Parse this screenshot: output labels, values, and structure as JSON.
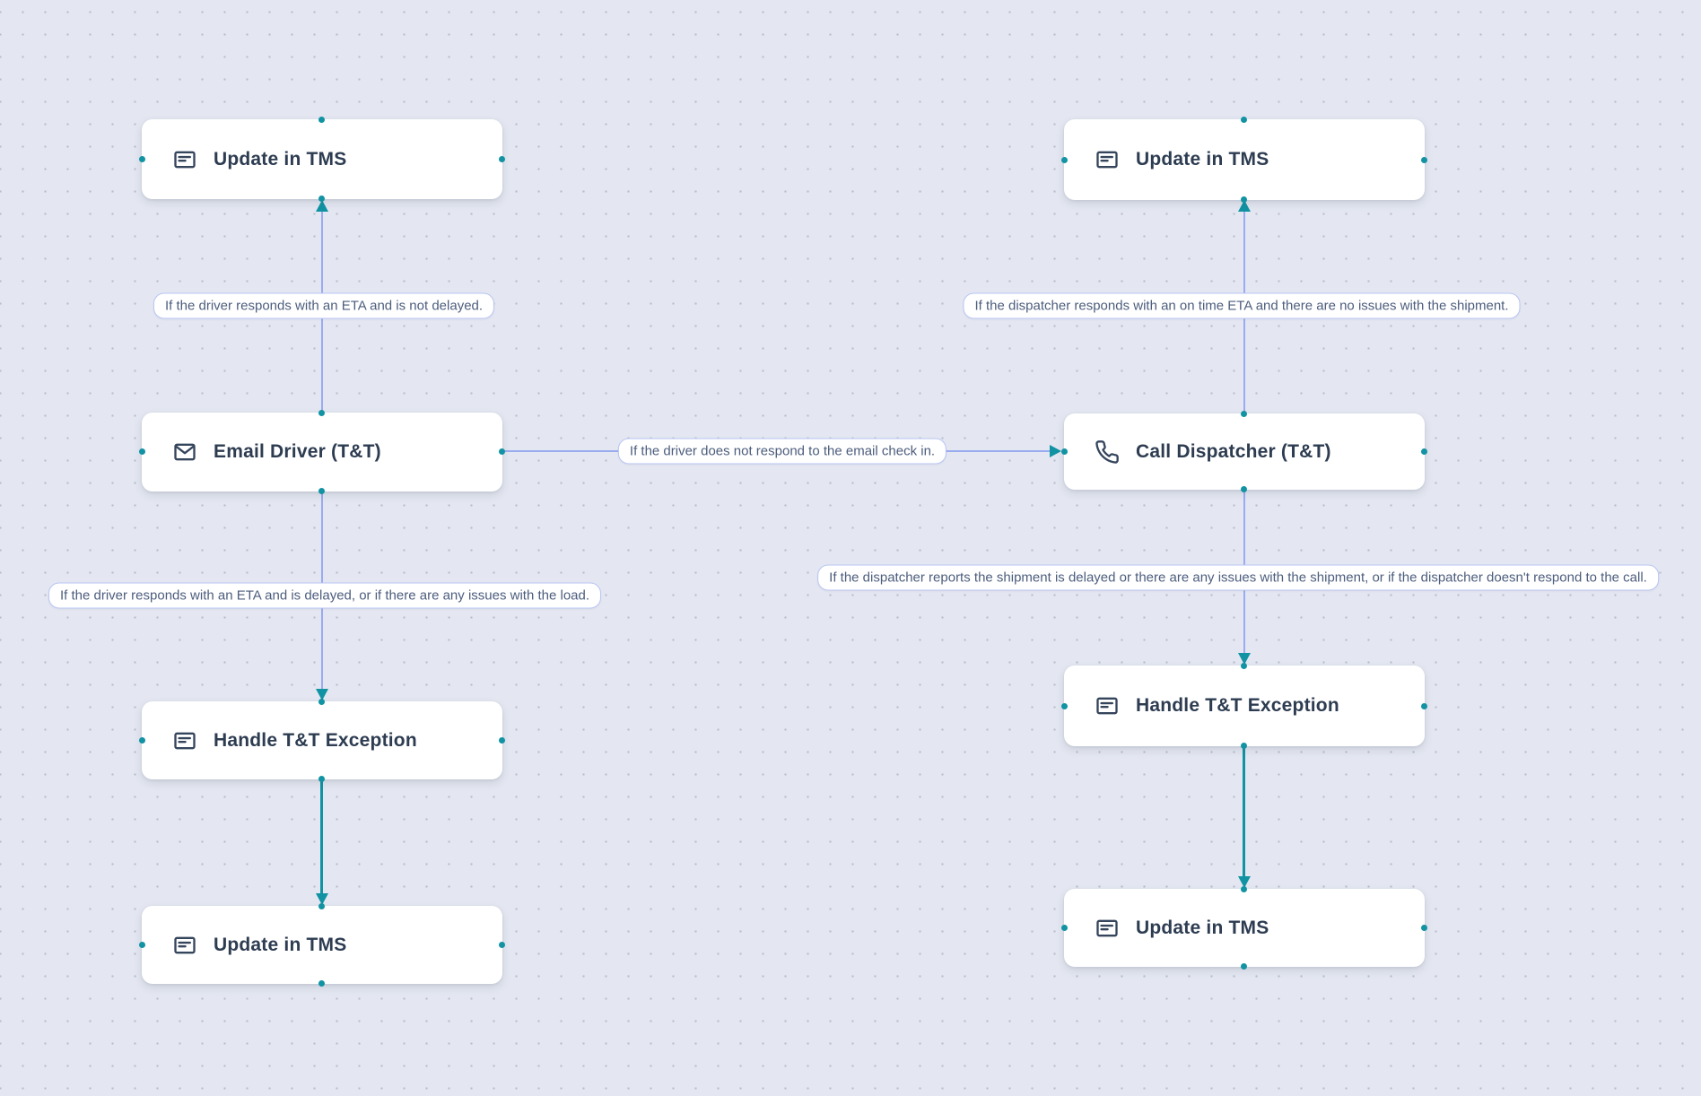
{
  "app": {
    "view": "workflow-canvas"
  },
  "colors": {
    "canvas_background": "#e4e7f1",
    "grid_dot": "#b7bdcd",
    "node_background": "#ffffff",
    "node_title_text": "#2d3c51",
    "edge_blue": "#99acf0",
    "edge_teal": "#1193a3",
    "handle_teal": "#1193a3",
    "label_border": "#b9c5f5",
    "label_text": "#4c5d7d"
  },
  "nodes": [
    {
      "id": "update-tms-top-left",
      "icon": "note-icon",
      "label": "Update in TMS"
    },
    {
      "id": "email-driver",
      "icon": "mail-icon",
      "label": "Email Driver (T&T)"
    },
    {
      "id": "handle-exception-left",
      "icon": "note-icon",
      "label": "Handle T&T Exception"
    },
    {
      "id": "update-tms-bottom-left",
      "icon": "note-icon",
      "label": "Update in TMS"
    },
    {
      "id": "update-tms-top-right",
      "icon": "note-icon",
      "label": "Update in TMS"
    },
    {
      "id": "call-dispatcher",
      "icon": "phone-icon",
      "label": "Call Dispatcher (T&T)"
    },
    {
      "id": "handle-exception-right",
      "icon": "note-icon",
      "label": "Handle T&T Exception"
    },
    {
      "id": "update-tms-bottom-right",
      "icon": "note-icon",
      "label": "Update in TMS"
    }
  ],
  "edge_labels": [
    {
      "id": "driver-on-time",
      "text": "If the driver responds with an ETA and is not delayed."
    },
    {
      "id": "driver-delayed",
      "text": "If the driver responds with an ETA and is delayed, or if there are any issues with the load."
    },
    {
      "id": "driver-no-response",
      "text": "If the driver does not respond to the email check in."
    },
    {
      "id": "dispatcher-on-time",
      "text": "If the dispatcher responds with an on time ETA and there are no issues with the shipment."
    },
    {
      "id": "dispatcher-delayed",
      "text": "If the dispatcher reports the shipment is delayed or there are any issues with the shipment, or if the dispatcher doesn't respond to the call."
    }
  ]
}
